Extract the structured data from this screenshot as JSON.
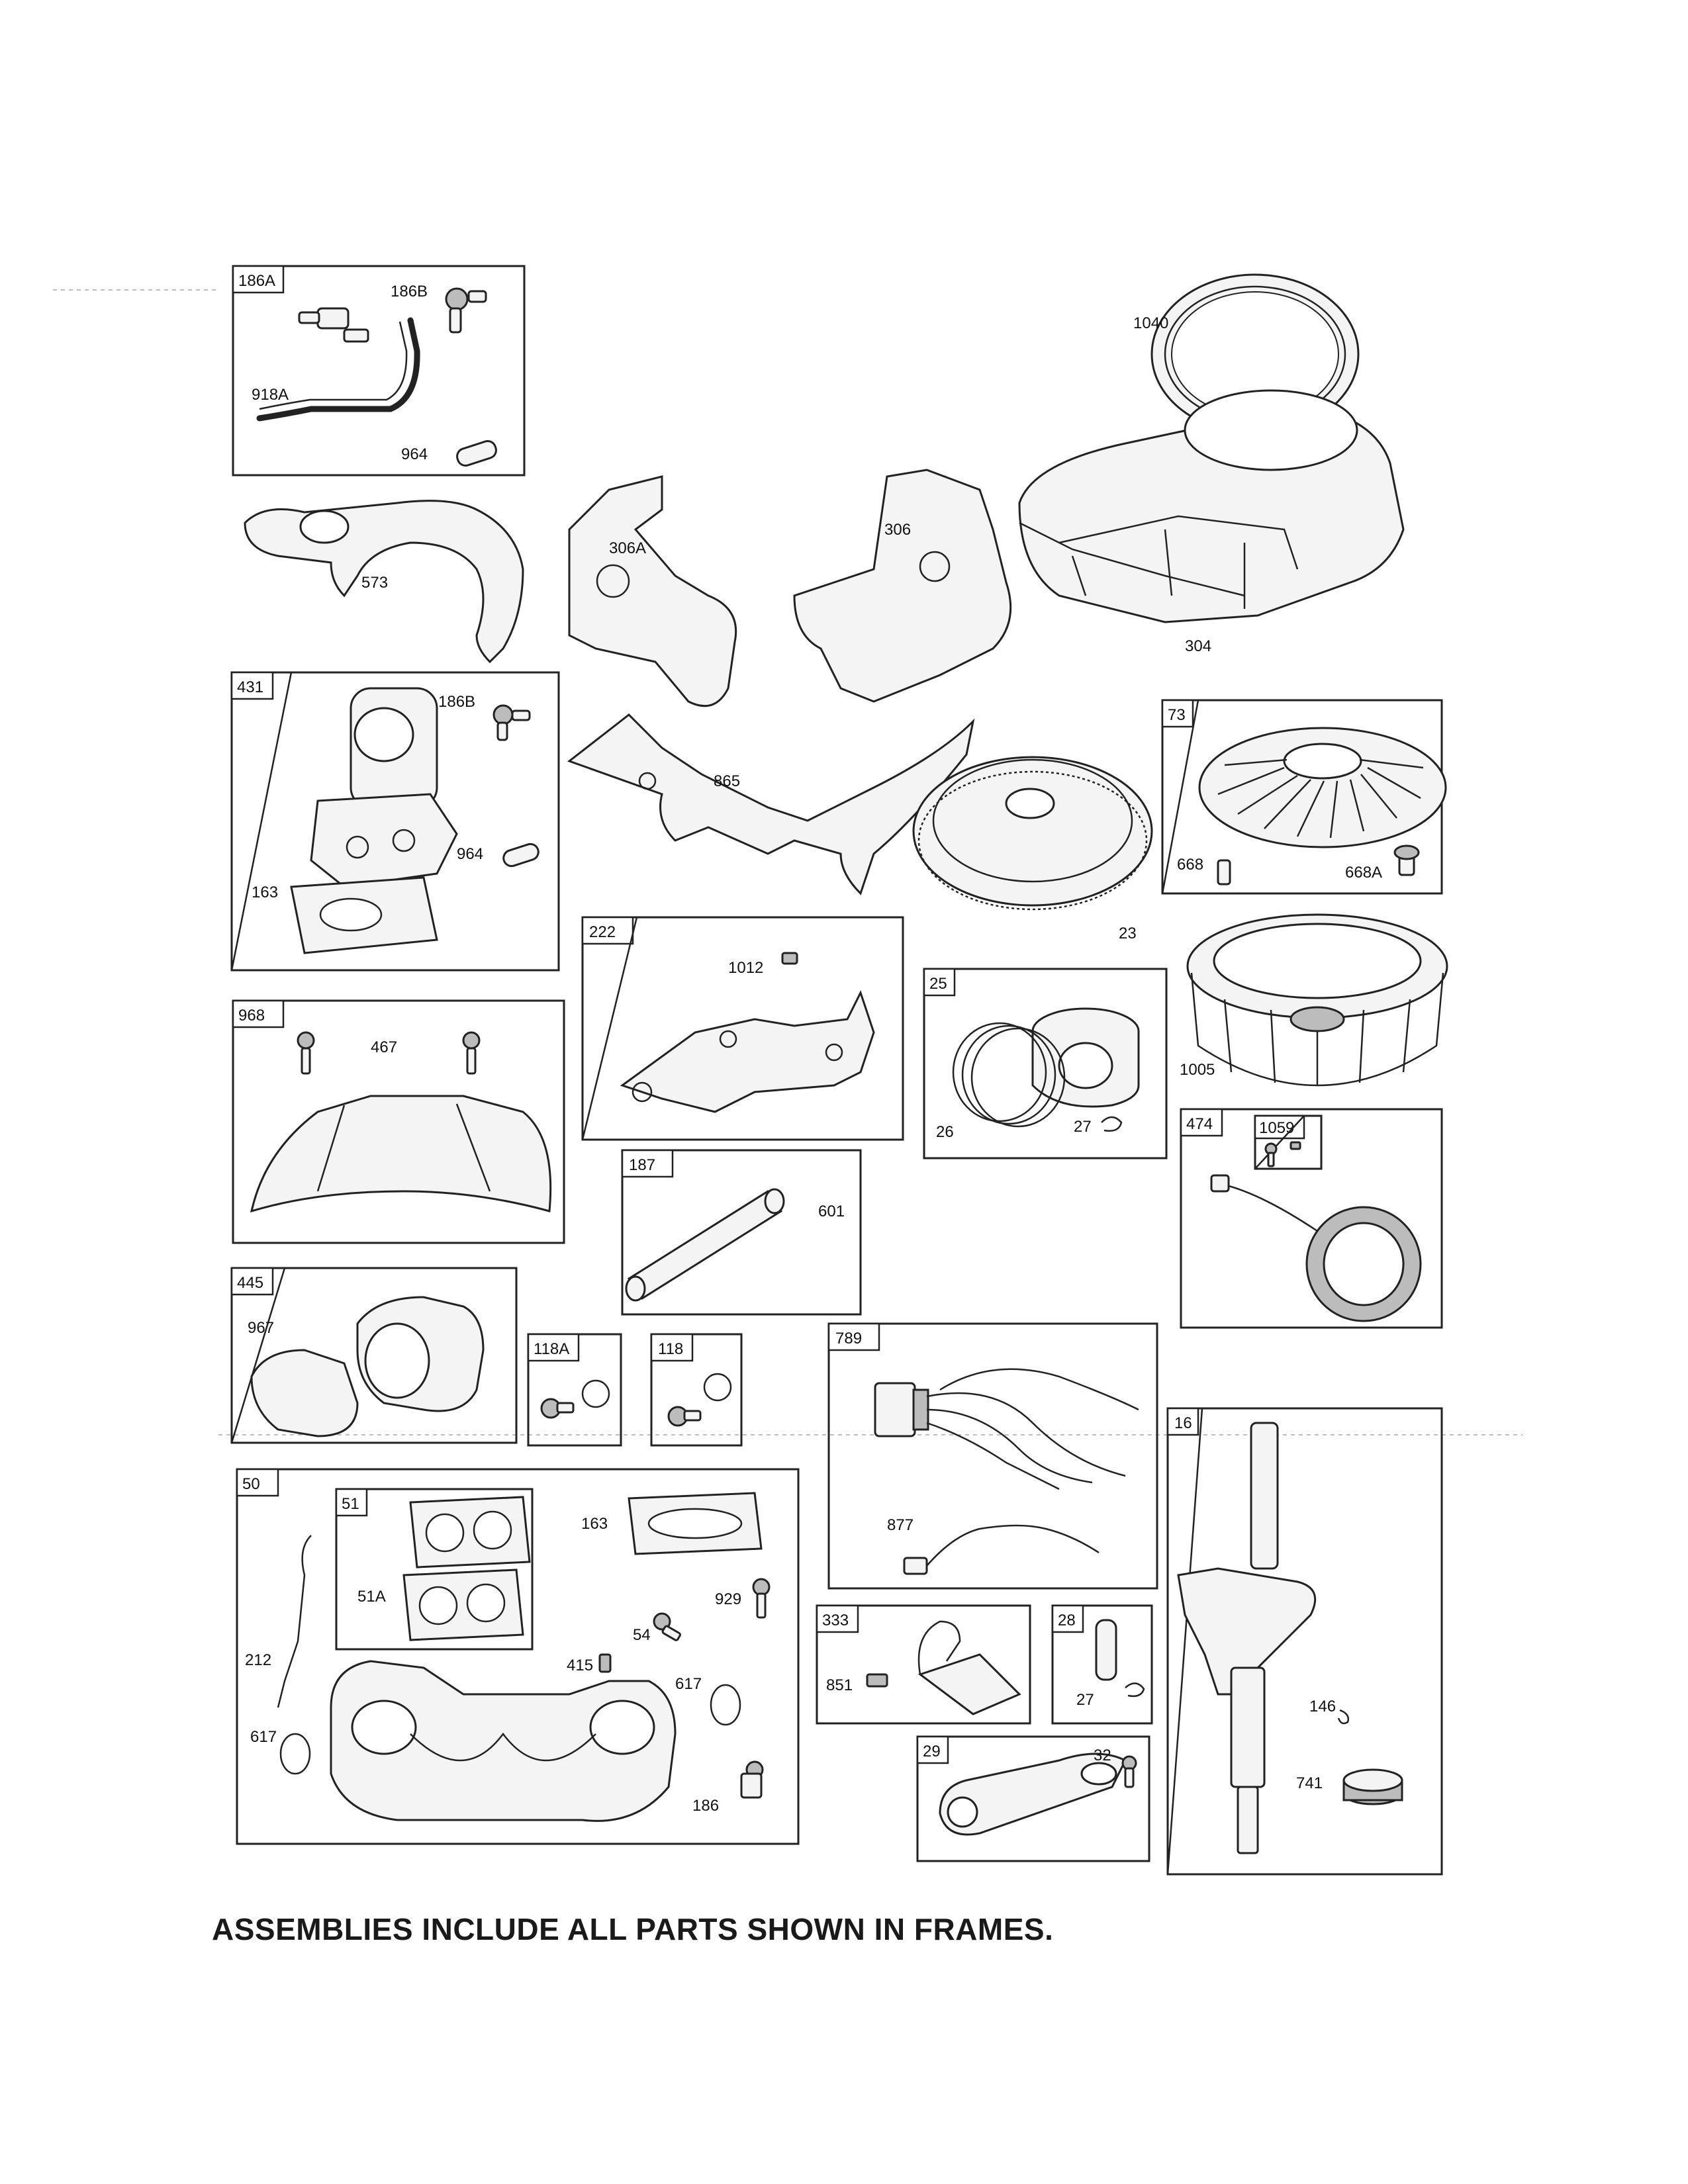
{
  "caption": "ASSEMBLIES INCLUDE ALL PARTS SHOWN IN FRAMES.",
  "frames": {
    "f186A": "186A",
    "f431": "431",
    "f968": "968",
    "f445": "445",
    "f50": "50",
    "f51": "51",
    "f222": "222",
    "f187": "187",
    "f118A": "118A",
    "f118": "118",
    "f73": "73",
    "f25": "25",
    "f474": "474",
    "f1059": "1059",
    "f789": "789",
    "f16": "16",
    "f333": "333",
    "f28": "28",
    "f29": "29"
  },
  "labels": {
    "p186A_186B": "186B",
    "p918A": "918A",
    "p964a": "964",
    "p1040": "1040",
    "p573": "573",
    "p306A": "306A",
    "p306": "306",
    "p304": "304",
    "p431_186B": "186B",
    "p964b": "964",
    "p163a": "163",
    "p865": "865",
    "p23": "23",
    "p668": "668",
    "p668A": "668A",
    "p1012": "1012",
    "p1005": "1005",
    "p467": "467",
    "p26": "26",
    "p27a": "27",
    "p601": "601",
    "p967": "967",
    "p877": "877",
    "p163b": "163",
    "p929": "929",
    "p54": "54",
    "p415": "415",
    "p617a": "617",
    "p617b": "617",
    "p212": "212",
    "p51A": "51A",
    "p186": "186",
    "p851": "851",
    "p27b": "27",
    "p32": "32",
    "p146": "146",
    "p741": "741"
  }
}
